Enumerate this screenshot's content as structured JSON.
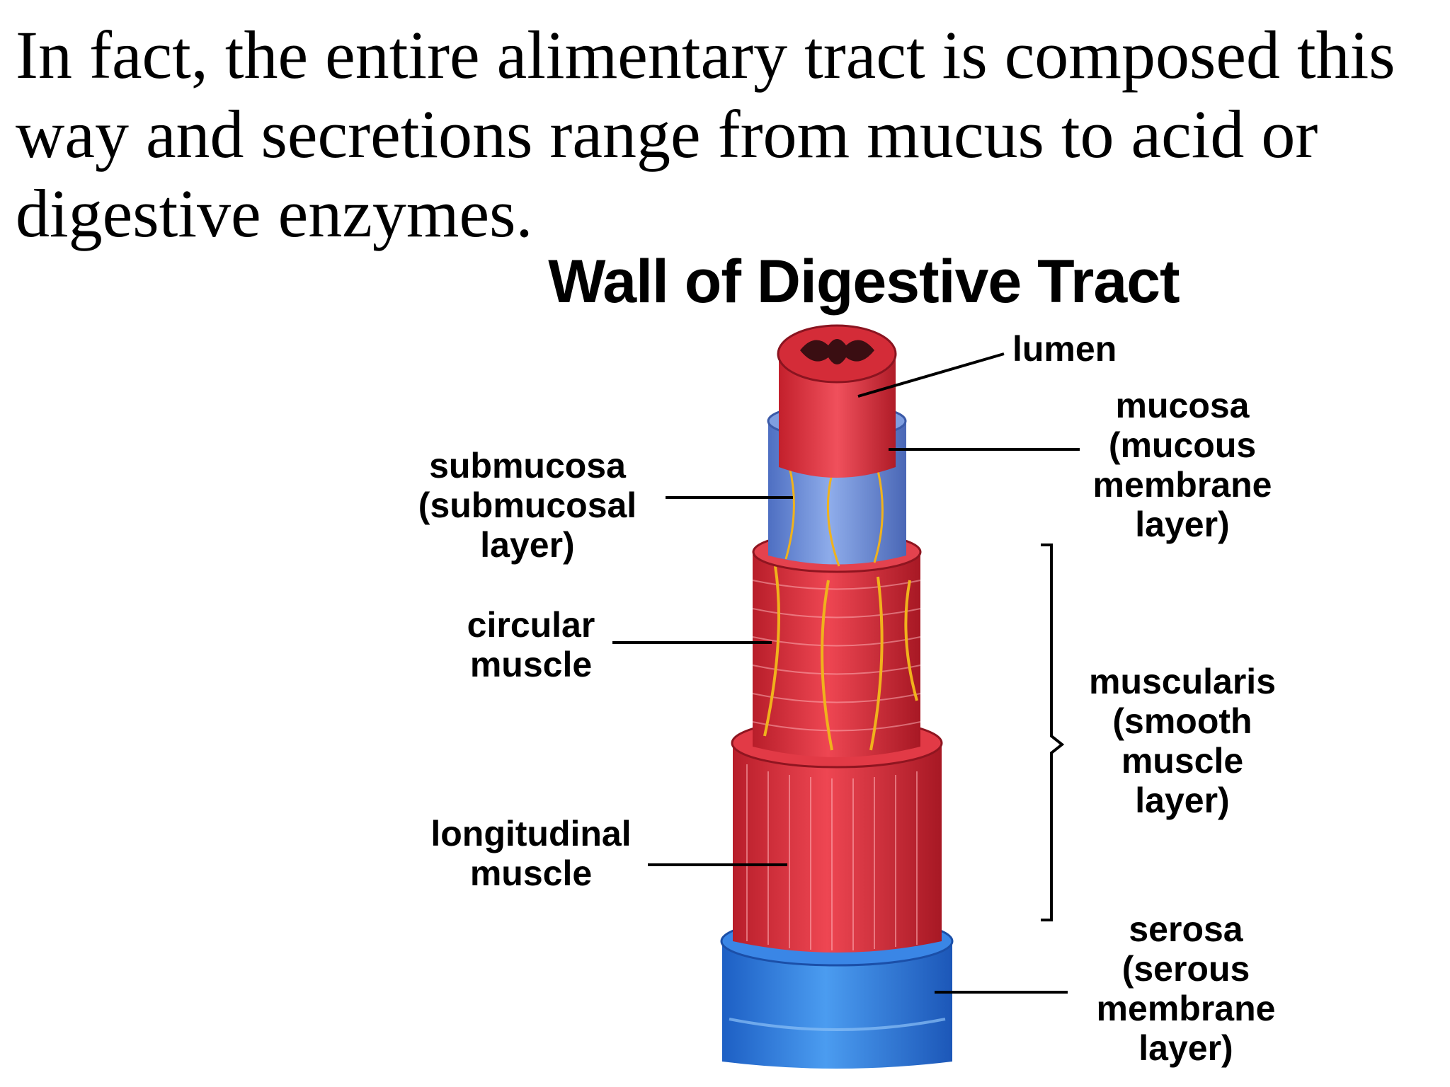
{
  "text": "In fact, the entire alimentary tract is composed this way and secretions range from mucus to acid or digestive enzymes.",
  "figure": {
    "title": "Wall of Digestive Tract",
    "labels": {
      "lumen": [
        "lumen"
      ],
      "mucosa": [
        "mucosa",
        "(mucous",
        "membrane",
        "layer)"
      ],
      "submucosa": [
        "submucosa",
        "(submucosal",
        "layer)"
      ],
      "circular_muscle": [
        "circular",
        "muscle"
      ],
      "muscularis": [
        "muscularis",
        "(smooth",
        "muscle",
        "layer)"
      ],
      "longitudinal_muscle": [
        "longitudinal",
        "muscle"
      ],
      "serosa": [
        "serosa",
        "(serous",
        "membrane",
        "layer)"
      ]
    }
  },
  "colors": {
    "muscle_red": "#e0303c",
    "muscle_dark": "#a81a26",
    "submucosa_blue": "#6f8fd6",
    "serosa_blue": "#2f7ee0",
    "nerve_yellow": "#f0b21c",
    "leader_line": "#000000"
  }
}
